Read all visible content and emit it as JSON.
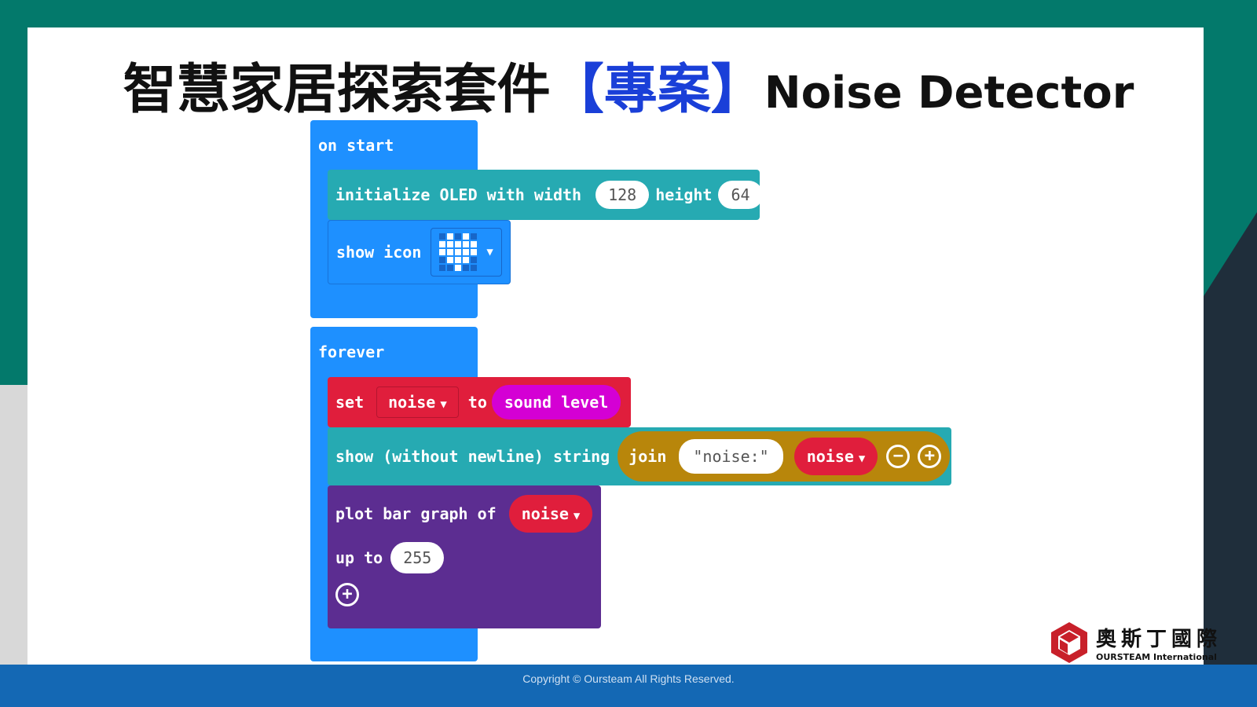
{
  "title": {
    "prefix": "智慧家居探索套件",
    "highlight": "【專案】",
    "suffix": "Noise Detector"
  },
  "on_start": {
    "label": "on start",
    "init": {
      "text": "initialize OLED with width",
      "width": "128",
      "height_label": "height",
      "height": "64"
    },
    "show_icon": {
      "label": "show icon",
      "icon": "heart",
      "pattern": [
        0,
        1,
        0,
        1,
        0,
        1,
        1,
        1,
        1,
        1,
        1,
        1,
        1,
        1,
        1,
        0,
        1,
        1,
        1,
        0,
        0,
        0,
        1,
        0,
        0
      ]
    }
  },
  "forever": {
    "label": "forever",
    "set": {
      "label": "set",
      "var": "noise",
      "to": "to",
      "value": "sound level"
    },
    "show": {
      "label": "show (without newline) string",
      "join": "join",
      "string": "\"noise:\"",
      "var": "noise"
    },
    "plot": {
      "label": "plot bar graph of",
      "var": "noise",
      "up_to": "up to",
      "max": "255"
    }
  },
  "logo": {
    "cn": "奧斯丁國際",
    "en": "OURSTEAM International"
  },
  "footer": "Copyright © Oursteam All Rights Reserved."
}
